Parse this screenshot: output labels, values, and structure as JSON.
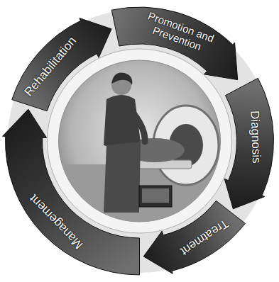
{
  "diagram": {
    "nodes": [
      {
        "text": [
          "Promotion and Prevention"
        ]
      },
      {
        "text": [
          "Diagnosis"
        ]
      },
      {
        "text": [
          "Treatment"
        ]
      },
      {
        "text": [
          "Management"
        ]
      },
      {
        "text": [
          "Rehabilitation"
        ]
      }
    ]
  }
}
